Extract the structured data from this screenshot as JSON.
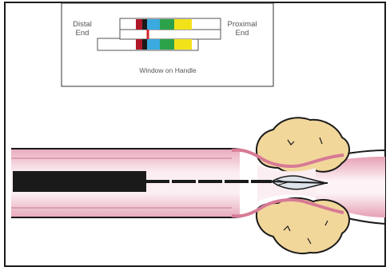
{
  "inset": {
    "distal_label": "Distal\nEnd",
    "proximal_label": "Proximal\nEnd",
    "caption": "Window on Handle",
    "stripe_colors": [
      "#b0182a",
      "#1a1a1a",
      "#3aaae0",
      "#2ca24a",
      "#f2e21a",
      "#f2e21a"
    ]
  },
  "colors": {
    "vessel_wall": "#e0a6b6",
    "vessel_lumen": "#fbe9ee",
    "tissue_mass": "#f2d79b",
    "tissue_outline": "#8a6a3a",
    "catheter": "#1a1a1a"
  }
}
